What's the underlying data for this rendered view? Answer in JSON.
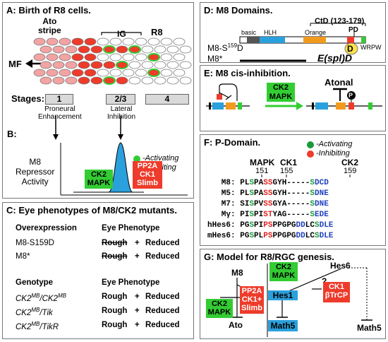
{
  "panelA": {
    "title": "A: Birth of R8 cells.",
    "ato_stripe": "Ato\nstripe",
    "ig": "IG",
    "r8": "R8",
    "mf": "MF",
    "stages_label": "Stages:",
    "stages": [
      "1",
      "2/3",
      "4"
    ],
    "stage_desc_1": "Proneural\nEnhancement",
    "stage_desc_2": "Lateral\nInhibition"
  },
  "panelB": {
    "label": "B:",
    "ylabel": "M8\nRepressor\nActivity",
    "legend_activating": "-Activating",
    "legend_inhibiting": "-Inhibiting",
    "green_box": "CK2\nMAPK",
    "red_box": "PP2A\nCK1\nSlimb"
  },
  "panelC": {
    "title": "C: Eye phenotypes of M8/CK2 mutants.",
    "header1_left": "Overexpression",
    "header1_right": "Eye Phenotype",
    "rows1": [
      {
        "name": "M8-S159D",
        "pheno1": "Rough",
        "plus": "+",
        "pheno2": "Reduced"
      },
      {
        "name": "M8*",
        "pheno1": "Rough",
        "plus": "+",
        "pheno2": "Reduced"
      }
    ],
    "header2_left": "Genotype",
    "header2_right": "Eye Phenotype",
    "rows2": [
      {
        "base": "CK2",
        "sup": "MB",
        "rest": "/CK2",
        "sup2": "MB",
        "pheno1": "Rough",
        "plus": "+",
        "pheno2": "Reduced"
      },
      {
        "base": "CK2",
        "sup": "MB",
        "rest": "/Tik",
        "sup2": "",
        "pheno1": "Rough",
        "plus": "+",
        "pheno2": "Reduced"
      },
      {
        "base": "CK2",
        "sup": "MB",
        "rest": "/TikR",
        "sup2": "",
        "pheno1": "Rough",
        "plus": "+",
        "pheno2": "Reduced"
      }
    ]
  },
  "panelD": {
    "title": "D: M8 Domains.",
    "ctd": "CtD (123-179)",
    "pd": "PD",
    "basic": "basic",
    "hlh": "HLH",
    "orange": "Orange",
    "wrpw": "WRPW",
    "m8_s159d_a": "M8-S",
    "m8_s159d_sup": "159",
    "m8_s159d_b": "D",
    "m8_star": "M8*",
    "d_letter": "D",
    "espl": "E(spl)D"
  },
  "panelE": {
    "title": "E: M8 cis-inhibition.",
    "ck2": "CK2",
    "mapk": "MAPK",
    "atonal": "Atonal",
    "p": "P"
  },
  "panelF": {
    "title": "F: P-Domain.",
    "legend_activating": "-Activating",
    "legend_inhibiting": "-Inhibiting",
    "mapk": "MAPK",
    "ck1": "CK1",
    "ck2": "CK2",
    "n151": "151",
    "n155": "155",
    "n159": "159",
    "sequences": [
      {
        "name": "M8:",
        "seq": "PLSPASSGYH-----SDCD"
      },
      {
        "name": "M5:",
        "seq": "PLSPASSGYH-----SDNE"
      },
      {
        "name": "M7:",
        "seq": "SISPVSSGYA-----SDNE"
      },
      {
        "name": "Mγ:",
        "seq": "PISPISTYAG-----SEDE"
      },
      {
        "name": "hHes6:",
        "seq": "PGSPIPSPPGPGDDLCSDLE"
      },
      {
        "name": "mHes6:",
        "seq": "PGSPLPSPPGPGDDLCSDLE"
      }
    ]
  },
  "panelG": {
    "title": "G: Model for R8/RGC genesis.",
    "m8": "M8",
    "ck2_left": "CK2\nMAPK",
    "red_left": "PP2A\nCK1+\nSlimb",
    "ato": "Ato",
    "ck2_right": "CK2\nMAPK",
    "hes6": "Hes6",
    "hes1": "Hes1",
    "q": "?",
    "ck1_btrcp": "CK1\nβTrCP",
    "math5_left": "Math5",
    "math5_right": "Math5"
  },
  "colors": {
    "green": "#33cc33",
    "red": "#ee3b2b",
    "blue": "#2aa0dc",
    "orange": "#f29a1e",
    "yellow": "#ffe14d",
    "pink": "#f3a3a3",
    "grey": "#d9d9d9"
  }
}
